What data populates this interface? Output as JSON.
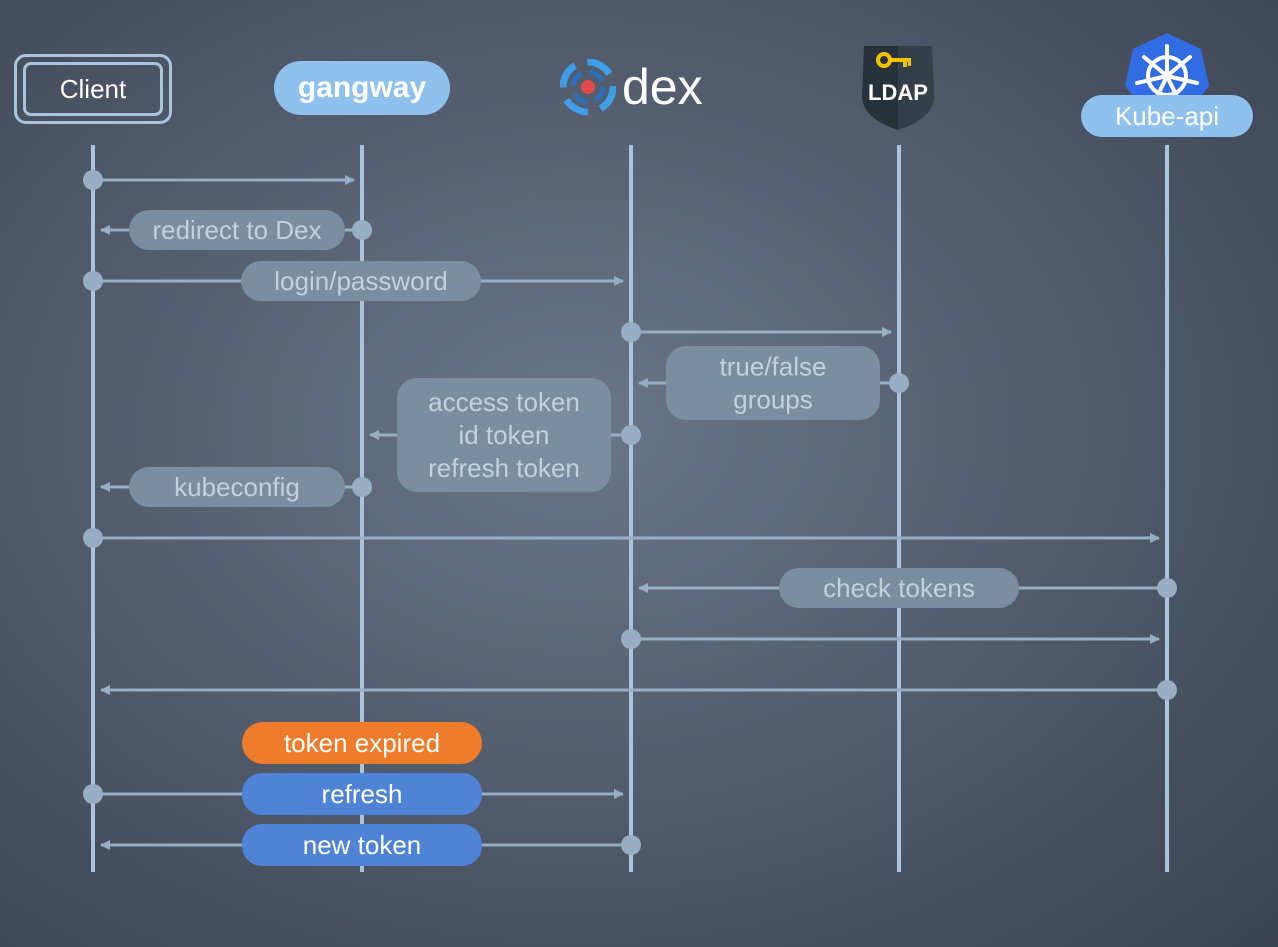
{
  "participants": {
    "client": "Client",
    "gangway": "gangway",
    "dex": "dex",
    "ldap": "LDAP",
    "kube": "Kube-api"
  },
  "messages": [
    {
      "id": "m1",
      "from": "client",
      "to": "gangway",
      "label": ""
    },
    {
      "id": "m2",
      "from": "gangway",
      "to": "client",
      "label": "redirect to Dex"
    },
    {
      "id": "m3",
      "from": "client",
      "to": "dex",
      "label": "login/password"
    },
    {
      "id": "m4",
      "from": "dex",
      "to": "ldap",
      "label": ""
    },
    {
      "id": "m5",
      "from": "ldap",
      "to": "dex",
      "label": "true/false\ngroups"
    },
    {
      "id": "m6",
      "from": "dex",
      "to": "gangway",
      "label": "access token\nid token\nrefresh token"
    },
    {
      "id": "m7",
      "from": "gangway",
      "to": "client",
      "label": "kubeconfig"
    },
    {
      "id": "m8",
      "from": "client",
      "to": "kube",
      "label": ""
    },
    {
      "id": "m9",
      "from": "kube",
      "to": "dex",
      "label": "check tokens"
    },
    {
      "id": "m10",
      "from": "dex",
      "to": "kube",
      "label": ""
    },
    {
      "id": "m11",
      "from": "kube",
      "to": "client",
      "label": ""
    },
    {
      "id": "m13",
      "from": "client",
      "to": "dex",
      "label": "refresh"
    },
    {
      "id": "m14",
      "from": "dex",
      "to": "client",
      "label": "new token"
    }
  ],
  "notes": {
    "token_expired": "token expired"
  },
  "colors": {
    "lifeline": "#a9c4dc",
    "arrow": "#97aec4",
    "label_box": "#7b8ea1",
    "label_text": "#c3d1de",
    "orange": "#ef7c2a",
    "blue": "#4f83d6",
    "accent_light": "#8fc1ef",
    "ldap_dark": "#27313a",
    "key_yellow": "#f5c400",
    "kube_blue": "#326ce5"
  },
  "icons": {
    "client": "client-box-icon",
    "dex": "dex-logo-icon",
    "ldap": "shield-key-icon",
    "kube": "kubernetes-wheel-icon"
  }
}
